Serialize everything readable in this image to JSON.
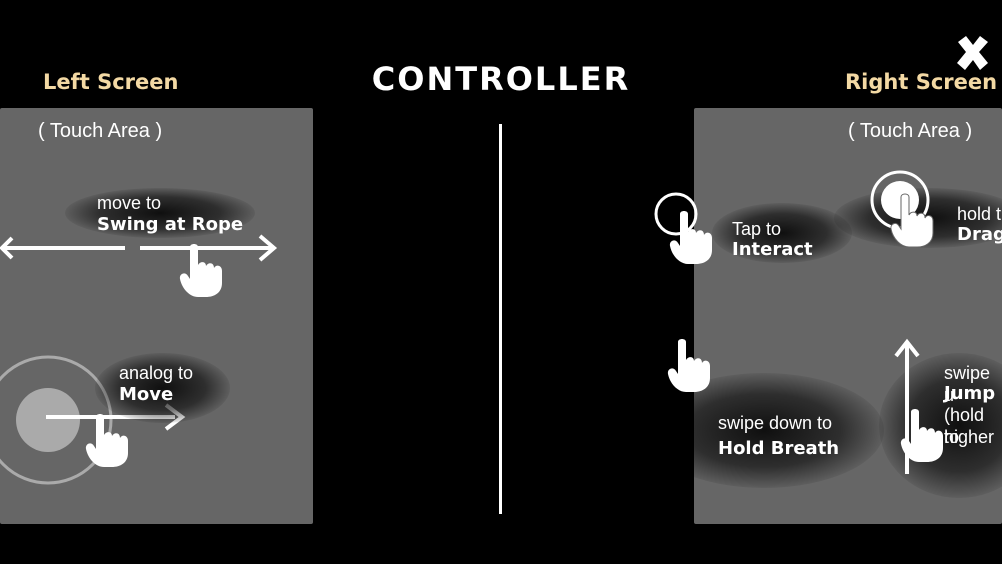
{
  "header": {
    "title": "CONTROLLER"
  },
  "left": {
    "label": "Left Screen",
    "touch_area": "( Touch Area )",
    "swing": {
      "line1": "move to",
      "line2": "Swing at Rope"
    },
    "analog": {
      "line1": "analog to",
      "line2": "Move"
    }
  },
  "right": {
    "label": "Right Screen",
    "touch_area": "( Touch Area )",
    "tap": {
      "line1": "Tap to",
      "line2": "Interact"
    },
    "hold": {
      "line1": "hold t",
      "line2": "Drag"
    },
    "swipe_down": {
      "line1": "swipe down to",
      "line2": "Hold Breath"
    },
    "swipe_up": {
      "line1": "swipe u",
      "line2": "Jump",
      "line3": "(hold to",
      "line4": "higher"
    }
  },
  "icons": {
    "close": "close-icon",
    "hand": "hand-pointer-icon",
    "arrow": "arrow-icon"
  }
}
